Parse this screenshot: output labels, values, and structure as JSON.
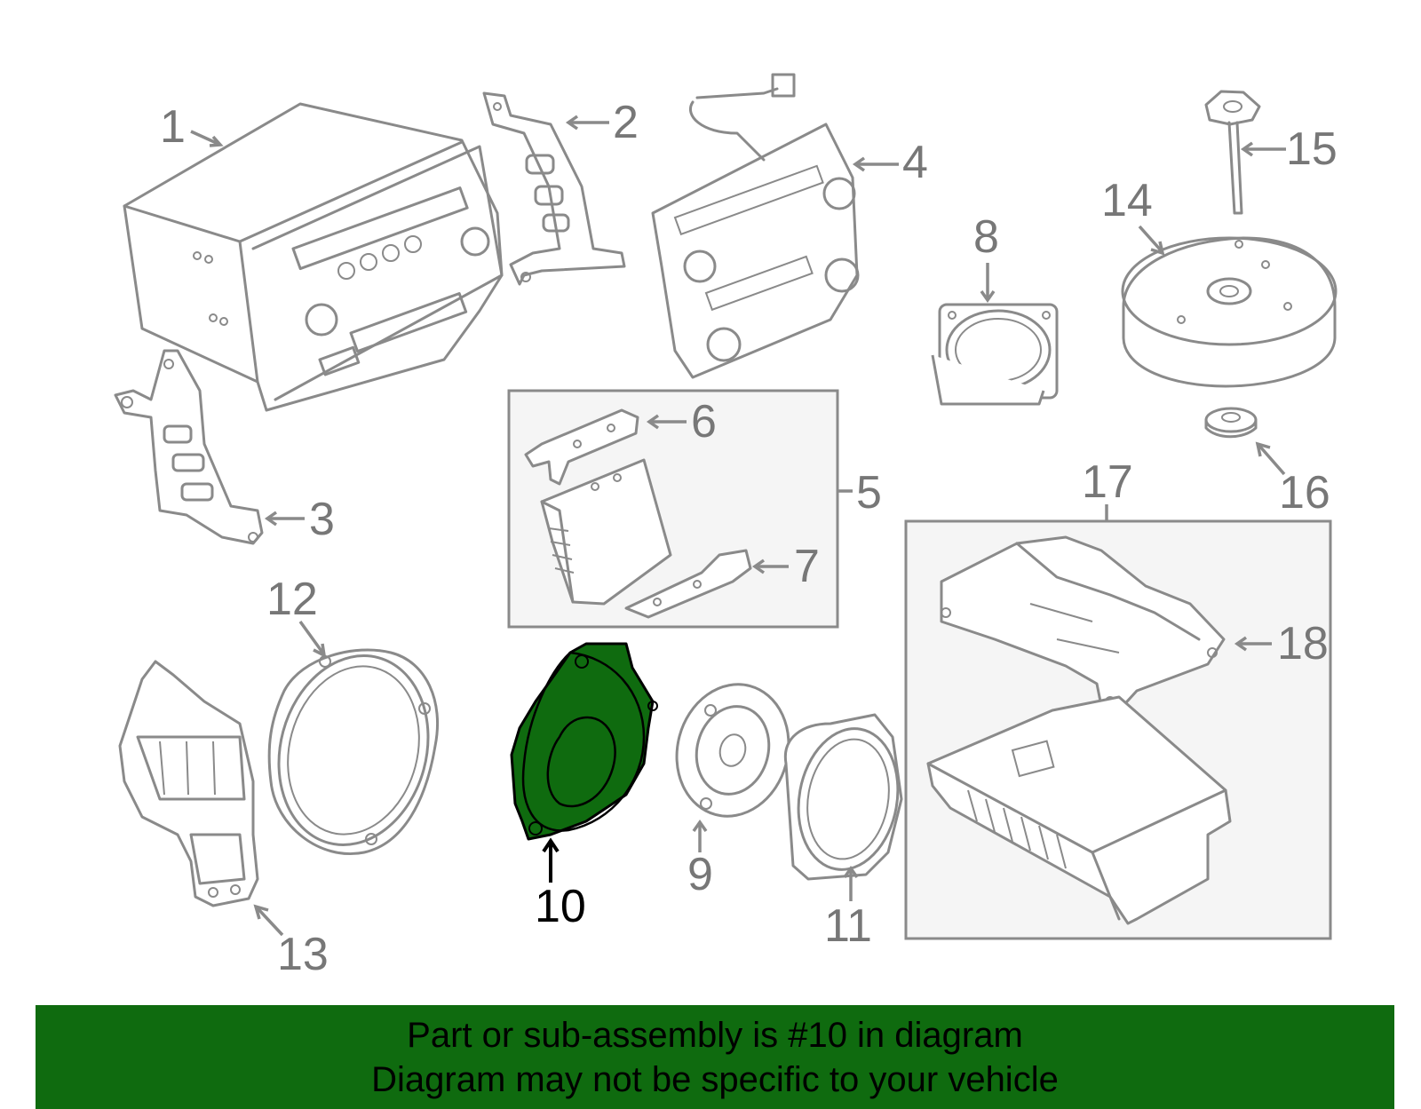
{
  "colors": {
    "highlight_fill": "#0f6b0f",
    "part_stroke": "#8a8a8a",
    "label_inactive": "#777777",
    "label_active": "#000000",
    "banner_bg": "#0f6b0f"
  },
  "diagram": {
    "highlighted_part": "10",
    "labels": {
      "p1": "1",
      "p2": "2",
      "p3": "3",
      "p4": "4",
      "p5": "5",
      "p6": "6",
      "p7": "7",
      "p8": "8",
      "p9": "9",
      "p10": "10",
      "p11": "11",
      "p12": "12",
      "p13": "13",
      "p14": "14",
      "p15": "15",
      "p16": "16",
      "p17": "17",
      "p18": "18"
    }
  },
  "banner": {
    "line1": "Part or sub-assembly is #10 in diagram",
    "line2": "Diagram may not be specific to your vehicle"
  }
}
